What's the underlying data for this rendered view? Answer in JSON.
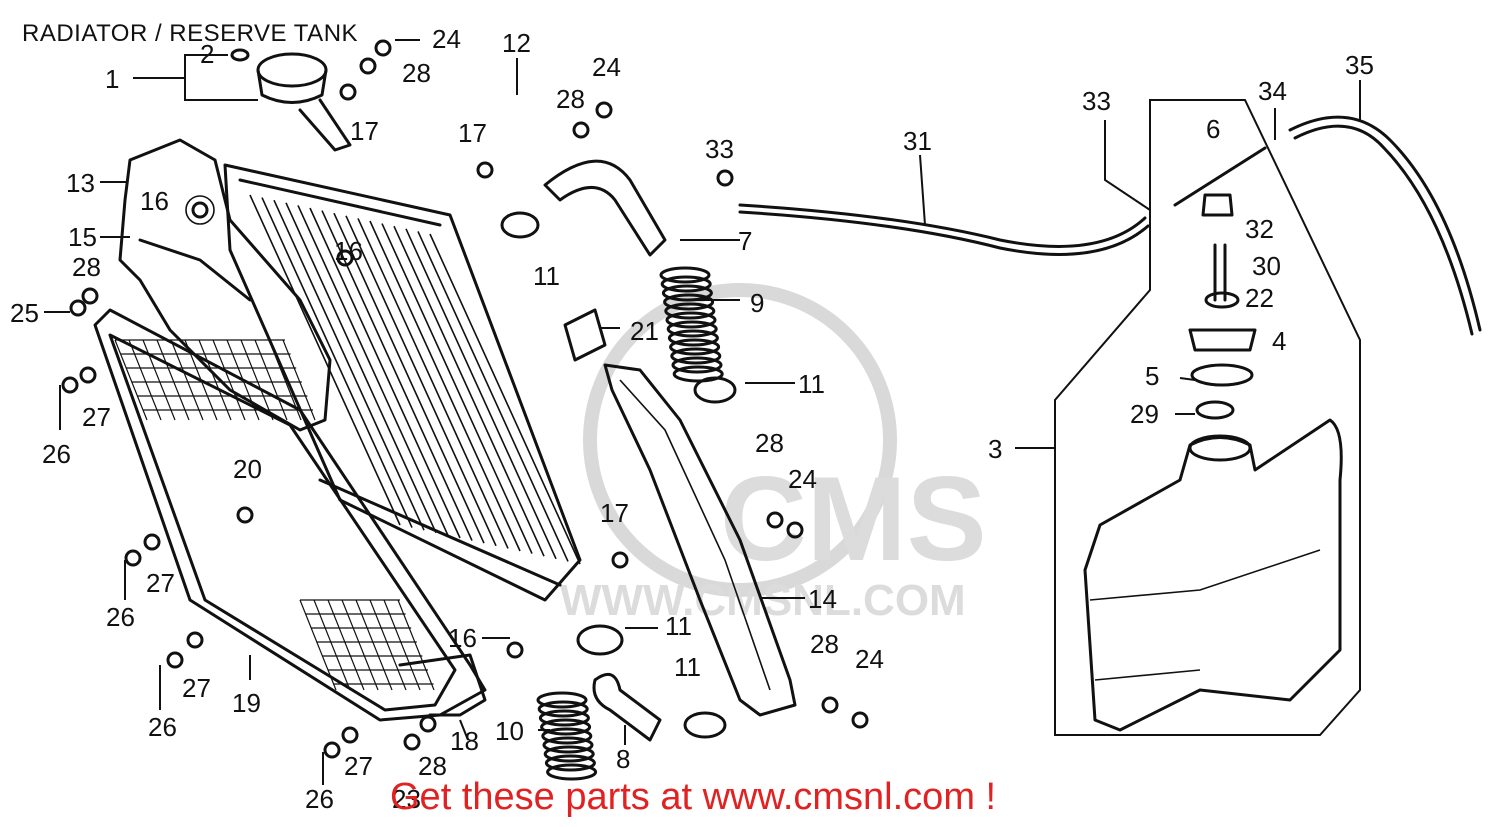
{
  "title": "RADIATOR / RESERVE TANK",
  "watermark": {
    "brand": "CMS",
    "site": "WWW.CMSNL.COM"
  },
  "cta": "Get these parts at www.cmsnl.com !",
  "colors": {
    "ink": "#111111",
    "cta": "#e02222",
    "watermark": "#d9d9d9",
    "background": "#ffffff"
  },
  "callouts": [
    "1",
    "2",
    "24",
    "28",
    "17",
    "12",
    "24",
    "28",
    "17",
    "13",
    "16",
    "15",
    "16",
    "11",
    "28",
    "25",
    "7",
    "33",
    "31",
    "33",
    "34",
    "35",
    "6",
    "32",
    "30",
    "22",
    "4",
    "5",
    "29",
    "3",
    "9",
    "21",
    "11",
    "27",
    "26",
    "20",
    "28",
    "24",
    "17",
    "14",
    "27",
    "26",
    "11",
    "16",
    "27",
    "26",
    "19",
    "18",
    "10",
    "8",
    "11",
    "28",
    "24",
    "27",
    "28",
    "26",
    "23"
  ]
}
